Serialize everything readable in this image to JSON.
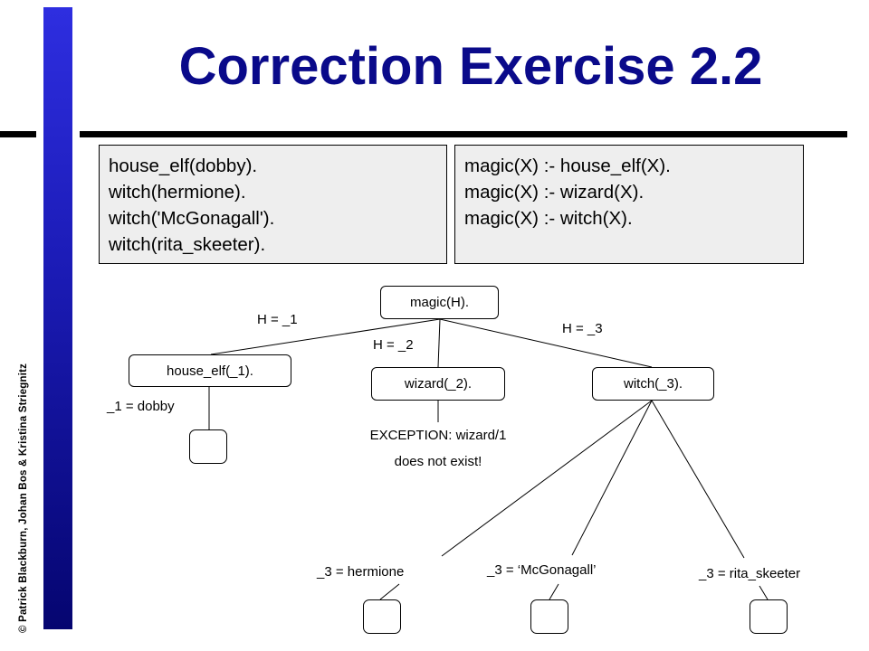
{
  "title": "Correction Exercise 2.2",
  "copyright": "© Patrick Blackburn, Johan Bos & Kristina Striegnitz",
  "facts": [
    "house_elf(dobby).",
    "witch(hermione).",
    "witch('McGonagall').",
    "witch(rita_skeeter)."
  ],
  "rules": [
    "magic(X) :- house_elf(X).",
    "magic(X) :- wizard(X).",
    "magic(X) :- witch(X)."
  ],
  "tree": {
    "root": "magic(H).",
    "house_elf_node": "house_elf(_1).",
    "wizard_node": "wizard(_2).",
    "witch_node": "witch(_3).",
    "edge_h1": "H = _1",
    "edge_h2": "H = _2",
    "edge_h3": "H = _3",
    "dobby_binding": "_1 = dobby",
    "exception_line1": "EXCEPTION: wizard/1",
    "exception_line2": "does not exist!",
    "hermione_binding": "_3 = hermione",
    "mcgonagall_binding": "_3 = ‘McGonagall’",
    "rita_binding": "_3 = rita_skeeter"
  }
}
